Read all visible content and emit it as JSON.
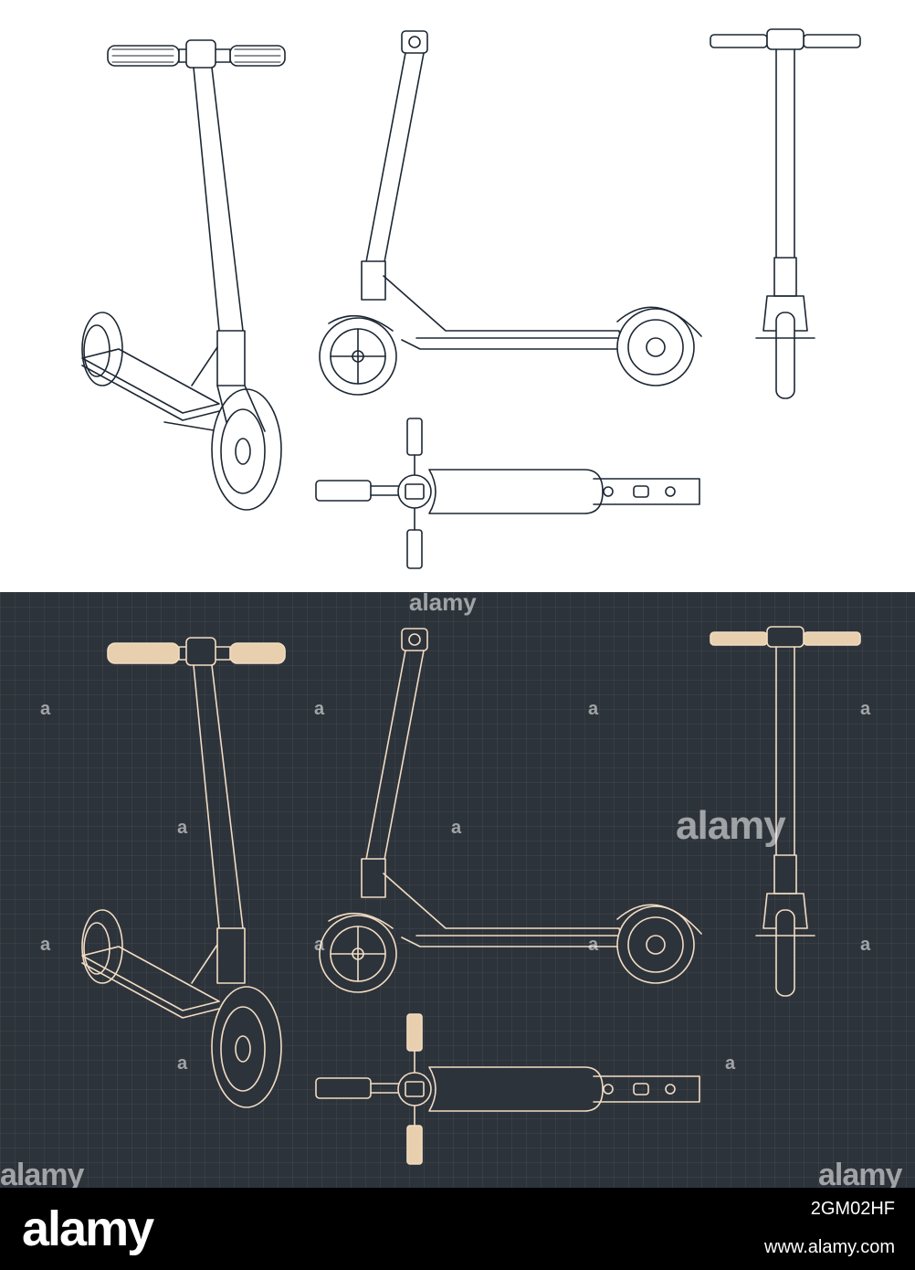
{
  "watermark": {
    "brand": "alamy",
    "mark": "a"
  },
  "footer": {
    "logo": "alamy",
    "image_id": "2GM02HF",
    "url": "www.alamy.com"
  },
  "colors": {
    "light_line": "#1c2733",
    "dark_bg": "#2d333a",
    "dark_line": "#f1dcc4",
    "footer_bg": "#000000"
  }
}
